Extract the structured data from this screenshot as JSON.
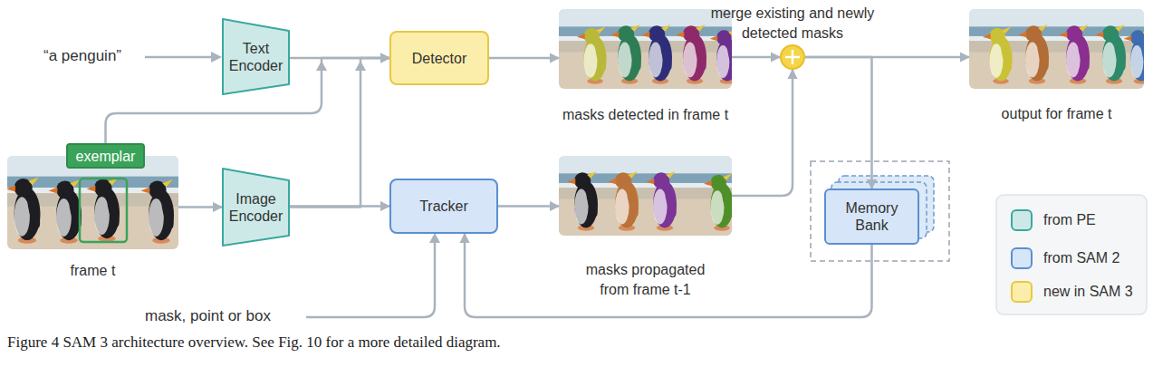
{
  "diagram": {
    "caption": "Figure 4 SAM 3 architecture overview. See Fig. 10 for a more detailed diagram.",
    "nodes": [
      {
        "text": [
          "Text Encoder"
        ]
      },
      {
        "text": [
          "Detector"
        ]
      },
      {
        "text": [
          "masks detected in frame t"
        ]
      },
      {
        "text": [
          "merge existing and newly detected masks"
        ]
      },
      {
        "text": [
          "output for frame t"
        ]
      },
      {
        "text": [
          "frame t"
        ]
      },
      {
        "text": [
          "exemplar"
        ],
        "in": 5
      },
      {
        "text": [
          "Image Encoder"
        ]
      },
      {
        "text": [
          "Tracker"
        ]
      },
      {
        "text": [
          "masks propagated from frame t-1"
        ]
      },
      {
        "text": [
          "Memory Bank"
        ]
      }
    ],
    "edges": [
      {
        "from": 0,
        "to": 1,
        "arrow": "to"
      },
      {
        "from": 6,
        "to": 1,
        "arrow": "to"
      },
      {
        "from": 7,
        "to": 1,
        "arrow": "to"
      },
      {
        "from": 1,
        "to": 2,
        "arrow": "to"
      },
      {
        "from": 2,
        "to": 3,
        "arrow": "to"
      },
      {
        "from": 3,
        "to": 4,
        "arrow": "to"
      },
      {
        "from": 3,
        "to": 10,
        "arrow": "to"
      },
      {
        "from": 5,
        "to": 7,
        "arrow": "to"
      },
      {
        "from": 7,
        "to": 8,
        "arrow": "to"
      },
      {
        "from": 8,
        "to": 9,
        "arrow": "to"
      },
      {
        "from": 9,
        "to": 3,
        "arrow": "to"
      },
      {
        "from": 10,
        "to": 8,
        "arrow": "to"
      }
    ],
    "labels": [
      "“a penguin”",
      "mask, point or box"
    ],
    "legend": [
      {
        "text": "from PE",
        "color": "#cde9e7"
      },
      {
        "text": "from SAM 2",
        "color": "#d6e6f8"
      },
      {
        "text": "new in SAM 3",
        "color": "#fbeeaa"
      }
    ]
  }
}
